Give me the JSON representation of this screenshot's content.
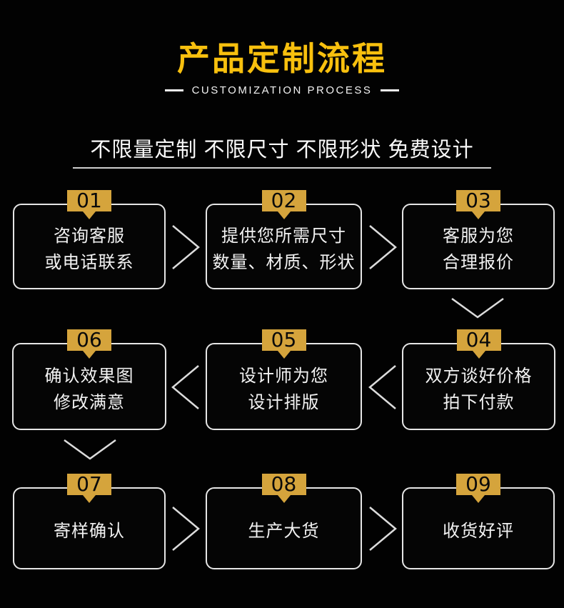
{
  "header": {
    "title": "产品定制流程",
    "subtitle": "CUSTOMIZATION PROCESS",
    "tagline": "不限量定制 不限尺寸 不限形状 免费设计"
  },
  "steps": [
    {
      "number": "01",
      "line1": "咨询客服",
      "line2": "或电话联系"
    },
    {
      "number": "02",
      "line1": "提供您所需尺寸",
      "line2": "数量、材质、形状"
    },
    {
      "number": "03",
      "line1": "客服为您",
      "line2": "合理报价"
    },
    {
      "number": "04",
      "line1": "双方谈好价格",
      "line2": "拍下付款"
    },
    {
      "number": "05",
      "line1": "设计师为您",
      "line2": "设计排版"
    },
    {
      "number": "06",
      "line1": "确认效果图",
      "line2": "修改满意"
    },
    {
      "number": "07",
      "line1": "寄样确认",
      "line2": ""
    },
    {
      "number": "08",
      "line1": "生产大货",
      "line2": ""
    },
    {
      "number": "09",
      "line1": "收货好评",
      "line2": ""
    }
  ],
  "flow": "01 → 02 → 03 ↓ 04 → 05 → 06 ↓ 07 → 08 → 09",
  "icons": {
    "arrow_right": "›",
    "arrow_left": "‹",
    "arrow_down": "ˇ"
  },
  "colors": {
    "background": "#020202",
    "title_gold": "#f8c00e",
    "badge_gold": "#d5a43c",
    "box_border": "#e6e6e6",
    "text_white": "#f2f2f2",
    "arrow_gray": "#dcdcdc"
  }
}
